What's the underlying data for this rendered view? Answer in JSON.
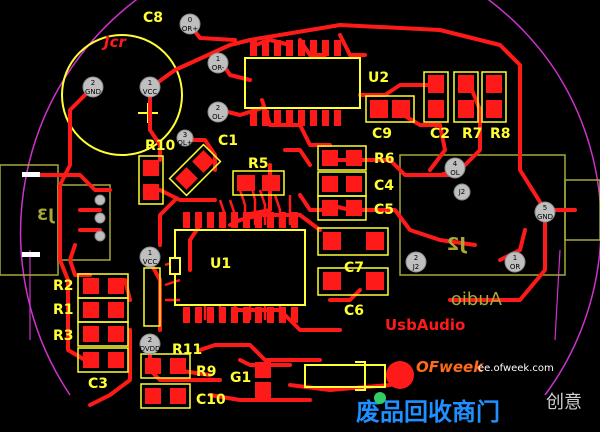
{
  "board": {
    "silkscreen_color": "#ffff33",
    "copper_color": "#ff1a1a",
    "outline_color": "#cc33cc",
    "background_color": "#000000",
    "pad_color": "#bfbfbf"
  },
  "components": {
    "C8": "C8",
    "Jcr": "Jcr",
    "U2": "U2",
    "C9": "C9",
    "C2": "C2",
    "R7": "R7",
    "R8": "R8",
    "C1": "C1",
    "R10": "R10",
    "R5": "R5",
    "R6": "R6",
    "C4": "C4",
    "C5": "C5",
    "J3": "J3",
    "J2": "J2",
    "U1": "U1",
    "C7": "C7",
    "C6": "C6",
    "R2": "R2",
    "R1": "R1",
    "R3": "R3",
    "C3": "C3",
    "R11": "R11",
    "R9": "R9",
    "G1": "G1",
    "C10": "C10"
  },
  "net_labels": {
    "or_plus": "OR+",
    "or_minus": "OR-",
    "ol_minus": "OL-",
    "ol_plus": "OL+",
    "gnd": "GND",
    "vcc": "VCC",
    "dvdd": "DVDD",
    "ol": "OL",
    "l_j2": "J2",
    "or": "OR",
    "gnd_j2": "GND",
    "pin_1": "1",
    "pin_2": "2",
    "pin_3": "3",
    "pin_4": "4",
    "pin_5": "5",
    "pin_0": "0"
  },
  "texts": {
    "audio_mirrored": "Audio",
    "usbaudio": "UsbAudio"
  },
  "watermark": {
    "brand": "OFweek",
    "url": "ee.ofweek.com",
    "cn_left": "废品回收商门",
    "cn_right": "创意"
  }
}
